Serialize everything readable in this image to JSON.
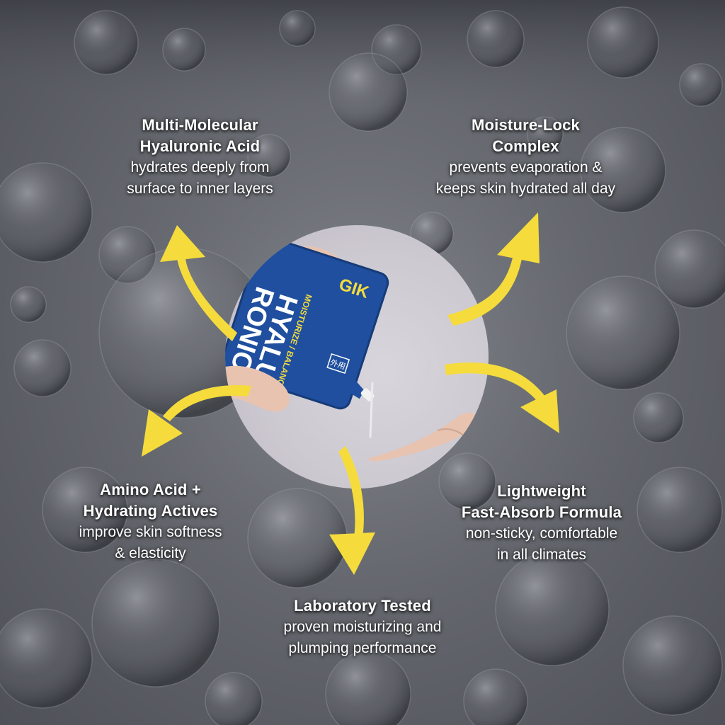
{
  "colors": {
    "background": "#5d6066",
    "arrow": "#f5dc3c",
    "text": "#ffffff",
    "pouch": "#1f4f9e",
    "pouch_text": "#f5dc3c"
  },
  "product": {
    "brand": "GIK",
    "name_line1": "HYALU",
    "name_line2": "RONIC",
    "tagline": "MOISTURIZE / BALANCE",
    "badge": "外用"
  },
  "callouts": {
    "top_left": {
      "heading_line1": "Multi-Molecular",
      "heading_line2": "Hyaluronic Acid",
      "desc_line1": "hydrates deeply from",
      "desc_line2": "surface to inner layers"
    },
    "top_right": {
      "heading_line1": "Moisture-Lock",
      "heading_line2": "Complex",
      "desc_line1": "prevents evaporation &",
      "desc_line2": "keeps skin hydrated all day"
    },
    "bottom_left": {
      "heading_line1": "Amino Acid +",
      "heading_line2": "Hydrating Actives",
      "desc_line1": "improve skin softness",
      "desc_line2": "& elasticity"
    },
    "bottom_right": {
      "heading_line1": "Lightweight",
      "heading_line2": "Fast-Absorb Formula",
      "desc_line1": "non-sticky, comfortable",
      "desc_line2": "in all climates"
    },
    "bottom_center": {
      "heading_line1": "Laboratory Tested",
      "desc_line1": "proven moisturizing and",
      "desc_line2": "plumping performance"
    }
  }
}
